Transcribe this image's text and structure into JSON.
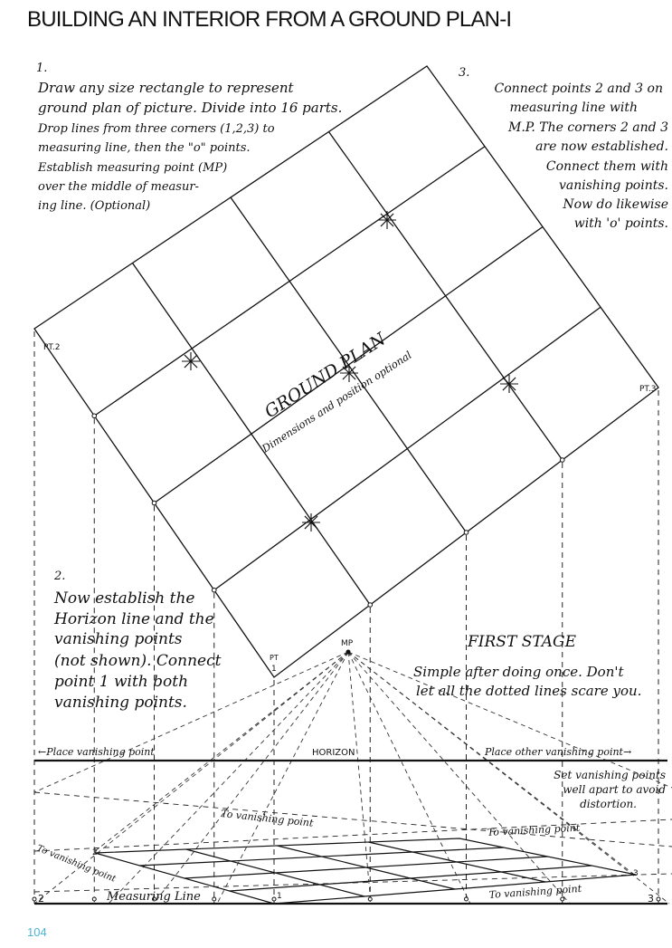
{
  "page": {
    "title": "BUILDING AN INTERIOR FROM A GROUND PLAN-I",
    "page_number": "104"
  },
  "steps": {
    "step1": {
      "number": "1.",
      "lines": [
        "Draw any size rectangle to represent",
        "ground plan of picture. Divide into 16 parts.",
        "Drop lines from three corners (1,2,3) to",
        "measuring line, then the \"o\" points.",
        "Establish measuring point (MP)",
        "over the middle of measur-",
        "ing line. (Optional)"
      ]
    },
    "step2": {
      "number": "2.",
      "lines": [
        "Now establish the",
        "Horizon line and the",
        "vanishing points",
        "(not shown). Connect",
        "point 1 with both",
        "vanishing points."
      ]
    },
    "step3": {
      "number": "3.",
      "lines": [
        "Connect points 2 and 3 on",
        "measuring line with",
        "M.P. The corners 2 and 3",
        "are now established.",
        "Connect them with",
        "vanishing points.",
        "Now do likewise",
        "with 'o' points."
      ]
    }
  },
  "ground_plan": {
    "title": "GROUND PLAN",
    "subtitle": "Dimensions and position optional",
    "pt2": "PT.2",
    "pt3": "PT.3",
    "pt1_a": "PT",
    "pt1_b": "1",
    "mp": "MP"
  },
  "stage": {
    "title": "FIRST STAGE",
    "line1": "Simple after doing once. Don't",
    "line2": "let all the dotted lines scare you."
  },
  "horizon": {
    "label": "HORIZON",
    "left_note": "←Place vanishing point",
    "right_note": "Place other vanishing point→",
    "set_note_1": "Set vanishing points",
    "set_note_2": "well apart to avoid",
    "set_note_3": "distortion."
  },
  "perspective": {
    "to_vp_center": "To vanishing point",
    "to_vp_right": "To vanishing point",
    "to_vp_left": "To vanishing point",
    "to_vp_bottom": "To vanishing point",
    "measuring_line": "Measuring Line",
    "num_1": "1",
    "num_2a": "2",
    "num_2b": "2",
    "num_3a": "3",
    "num_3b": "3"
  }
}
